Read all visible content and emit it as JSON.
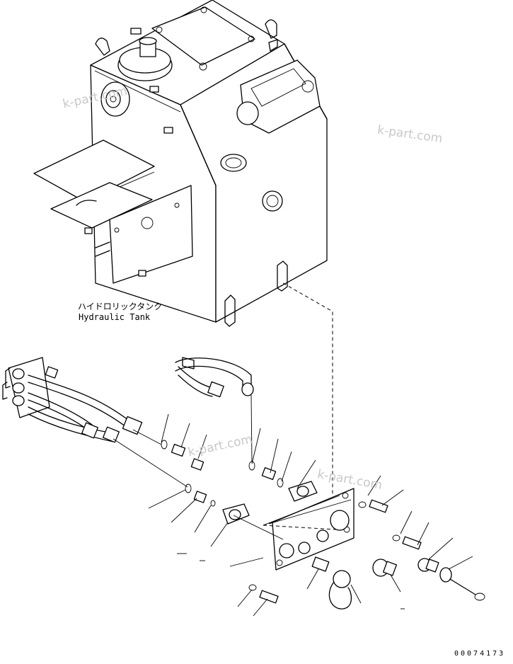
{
  "labels": {
    "tank_jp": "ハイドロリックタンク",
    "tank_en": "Hydraulic Tank"
  },
  "watermarks": [
    "k-part.com",
    "k-part.com",
    "k-part.com",
    "k-part.com"
  ],
  "serial": "00074173"
}
